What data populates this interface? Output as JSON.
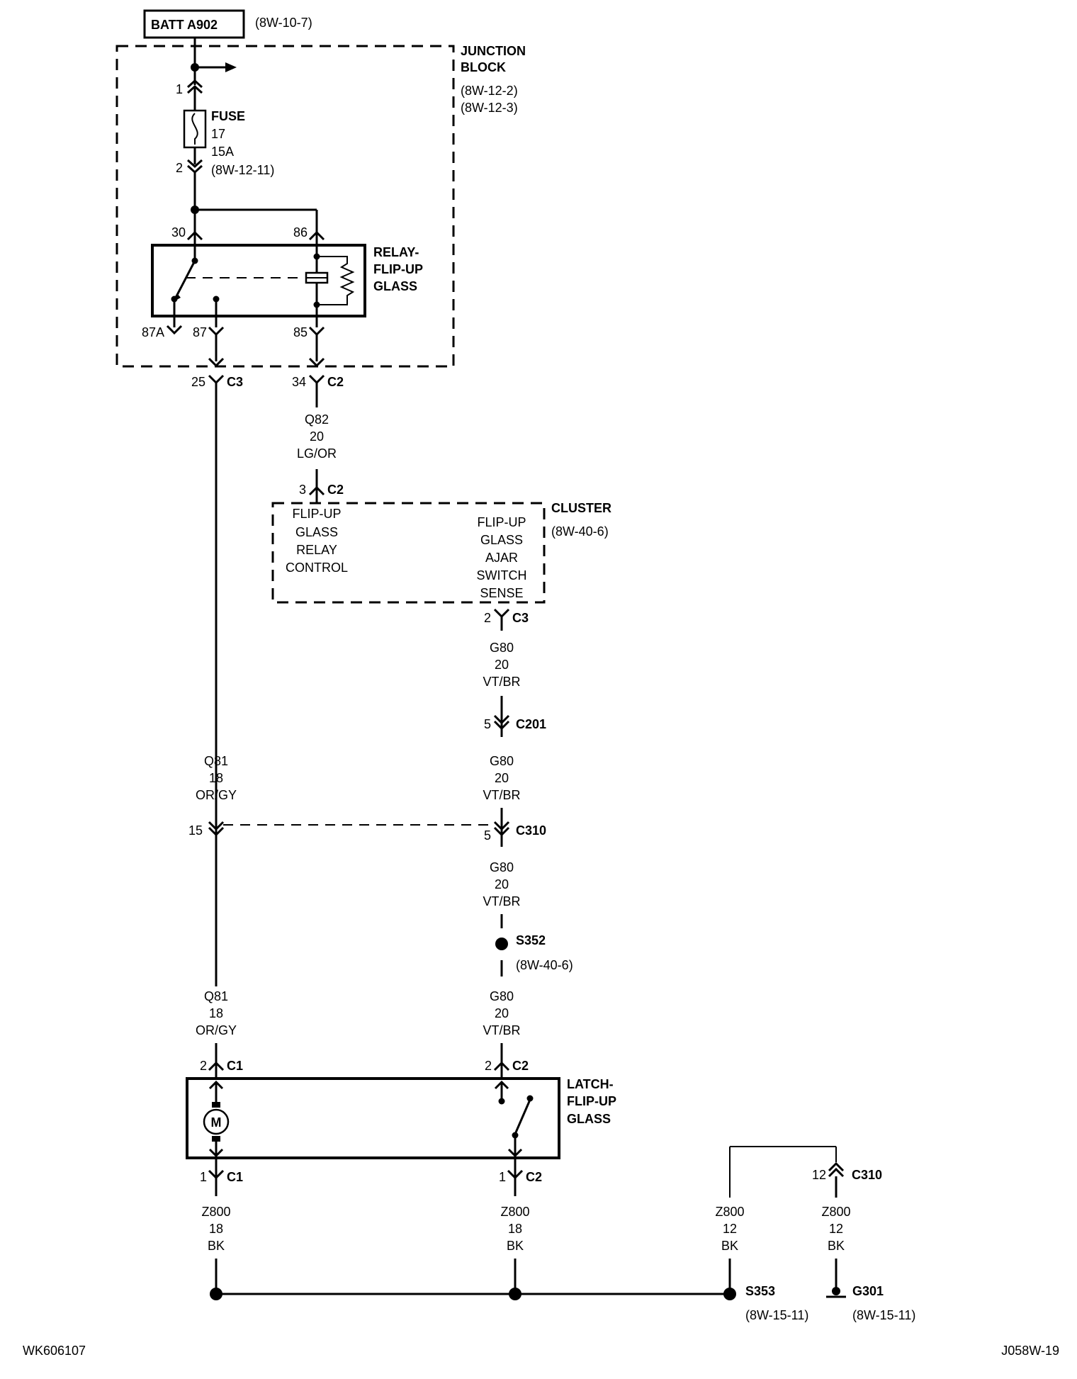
{
  "battery": {
    "label": "BATT A902",
    "ref": "(8W-10-7)"
  },
  "junction_block": {
    "name_line1": "JUNCTION",
    "name_line2": "BLOCK",
    "ref1": "(8W-12-2)",
    "ref2": "(8W-12-3)"
  },
  "fuse": {
    "label": "FUSE",
    "number": "17",
    "rating": "15A",
    "ref": "(8W-12-11)",
    "pin_in": "1",
    "pin_out": "2"
  },
  "relay": {
    "name_line1": "RELAY-",
    "name_line2": "FLIP-UP",
    "name_line3": "GLASS",
    "pin30": "30",
    "pin86": "86",
    "pin87a": "87A",
    "pin87": "87",
    "pin85": "85"
  },
  "jb_connectors": {
    "c3_pin": "25",
    "c3_name": "C3",
    "c2_pin": "34",
    "c2_name": "C2"
  },
  "wire_q82": {
    "circuit": "Q82",
    "gauge": "20",
    "color": "LG/OR"
  },
  "cluster": {
    "name": "CLUSTER",
    "ref": "(8W-40-6)",
    "in_pin": "3",
    "in_conn": "C2",
    "out_pin": "2",
    "out_conn": "C3",
    "left_l1": "FLIP-UP",
    "left_l2": "GLASS",
    "left_l3": "RELAY",
    "left_l4": "CONTROL",
    "right_l1": "FLIP-UP",
    "right_l2": "GLASS",
    "right_l3": "AJAR",
    "right_l4": "SWITCH",
    "right_l5": "SENSE"
  },
  "wire_g80": {
    "circuit": "G80",
    "gauge": "20",
    "color": "VT/BR"
  },
  "c201": {
    "pin": "5",
    "name": "C201"
  },
  "wire_q81": {
    "circuit": "Q81",
    "gauge": "18",
    "color": "OR/GY"
  },
  "c310": {
    "pin_q81": "15",
    "pin_g80": "5",
    "name": "C310",
    "pin_gnd": "12"
  },
  "s352": {
    "name": "S352",
    "ref": "(8W-40-6)"
  },
  "latch": {
    "name_line1": "LATCH-",
    "name_line2": "FLIP-UP",
    "name_line3": "GLASS",
    "motor": "M",
    "c1_top_pin": "2",
    "c1_name": "C1",
    "c2_top_pin": "2",
    "c2_name": "C2",
    "c1_bot_pin": "1",
    "c2_bot_pin": "1"
  },
  "wire_z800_18": {
    "circuit": "Z800",
    "gauge": "18",
    "color": "BK"
  },
  "wire_z800_12": {
    "circuit": "Z800",
    "gauge": "12",
    "color": "BK"
  },
  "s353": {
    "name": "S353",
    "ref": "(8W-15-11)"
  },
  "g301": {
    "name": "G301",
    "ref": "(8W-15-11)"
  },
  "footer": {
    "left": "WK606107",
    "right": "J058W-19"
  }
}
